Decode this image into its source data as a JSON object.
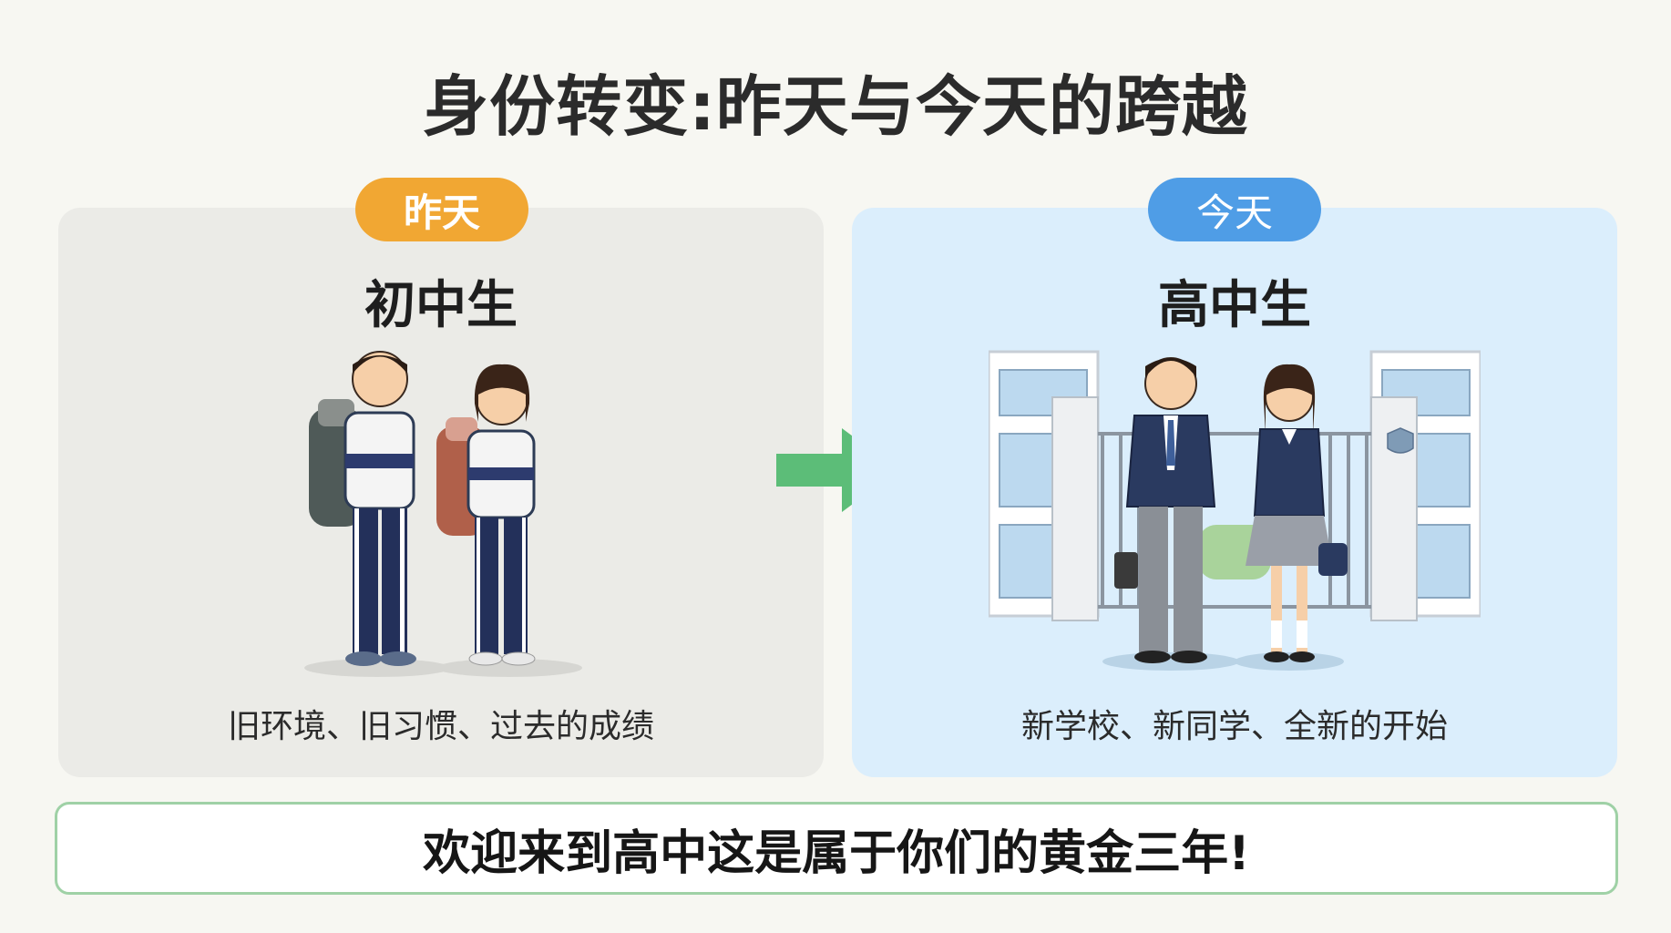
{
  "title": "身份转变:昨天与今天的跨越",
  "left": {
    "badge": "昨天",
    "heading": "初中生",
    "caption": "旧环境、旧习惯、过去的成绩"
  },
  "right": {
    "badge": "今天",
    "heading": "高中生",
    "caption": "新学校、新同学、全新的开始"
  },
  "banner": "欢迎来到高中这是属于你们的黄金三年!",
  "colors": {
    "background": "#f7f7f2",
    "left_panel": "#ebebe7",
    "right_panel": "#dbeefc",
    "badge_yesterday": "#f1a733",
    "badge_today": "#4f9de6",
    "arrow": "#5cbd78",
    "banner_border": "#9fd1a6"
  },
  "icons": {
    "arrow": "right-arrow-icon"
  }
}
